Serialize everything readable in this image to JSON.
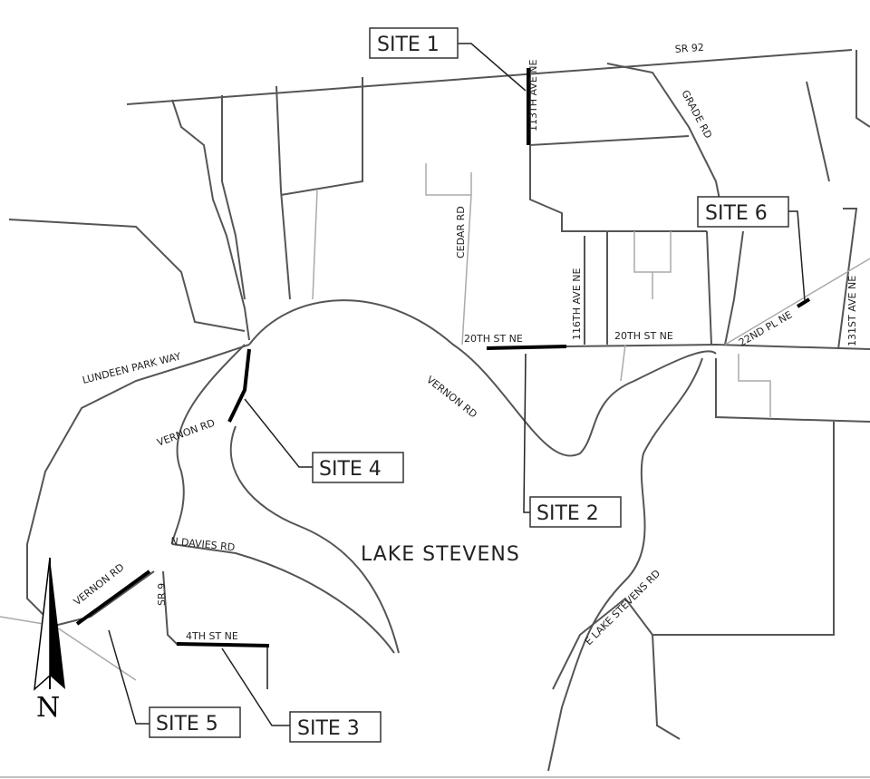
{
  "map": {
    "lake_label": "LAKE STEVENS",
    "north_label": "N",
    "sites": [
      "SITE 1",
      "SITE 2",
      "SITE 3",
      "SITE 4",
      "SITE 5",
      "SITE 6"
    ],
    "roads": {
      "sr92": "SR 92",
      "ave113": "113TH AVE NE",
      "grade": "GRADE RD",
      "cedar": "CEDAR RD",
      "ave116": "116TH AVE NE",
      "st20_west": "20TH ST NE",
      "st20_east": "20TH ST NE",
      "pl22": "22ND PL NE",
      "ave131": "131ST AVE NE",
      "lundeen": "LUNDEEN PARK WAY",
      "vernon_north": "VERNON RD",
      "vernon_mid": "VERNON RD",
      "vernon_south": "VERNON RD",
      "davies": "N DAVIES RD",
      "sr9": "SR 9",
      "st4": "4TH ST NE",
      "elake": "E LAKE STEVENS RD"
    }
  }
}
